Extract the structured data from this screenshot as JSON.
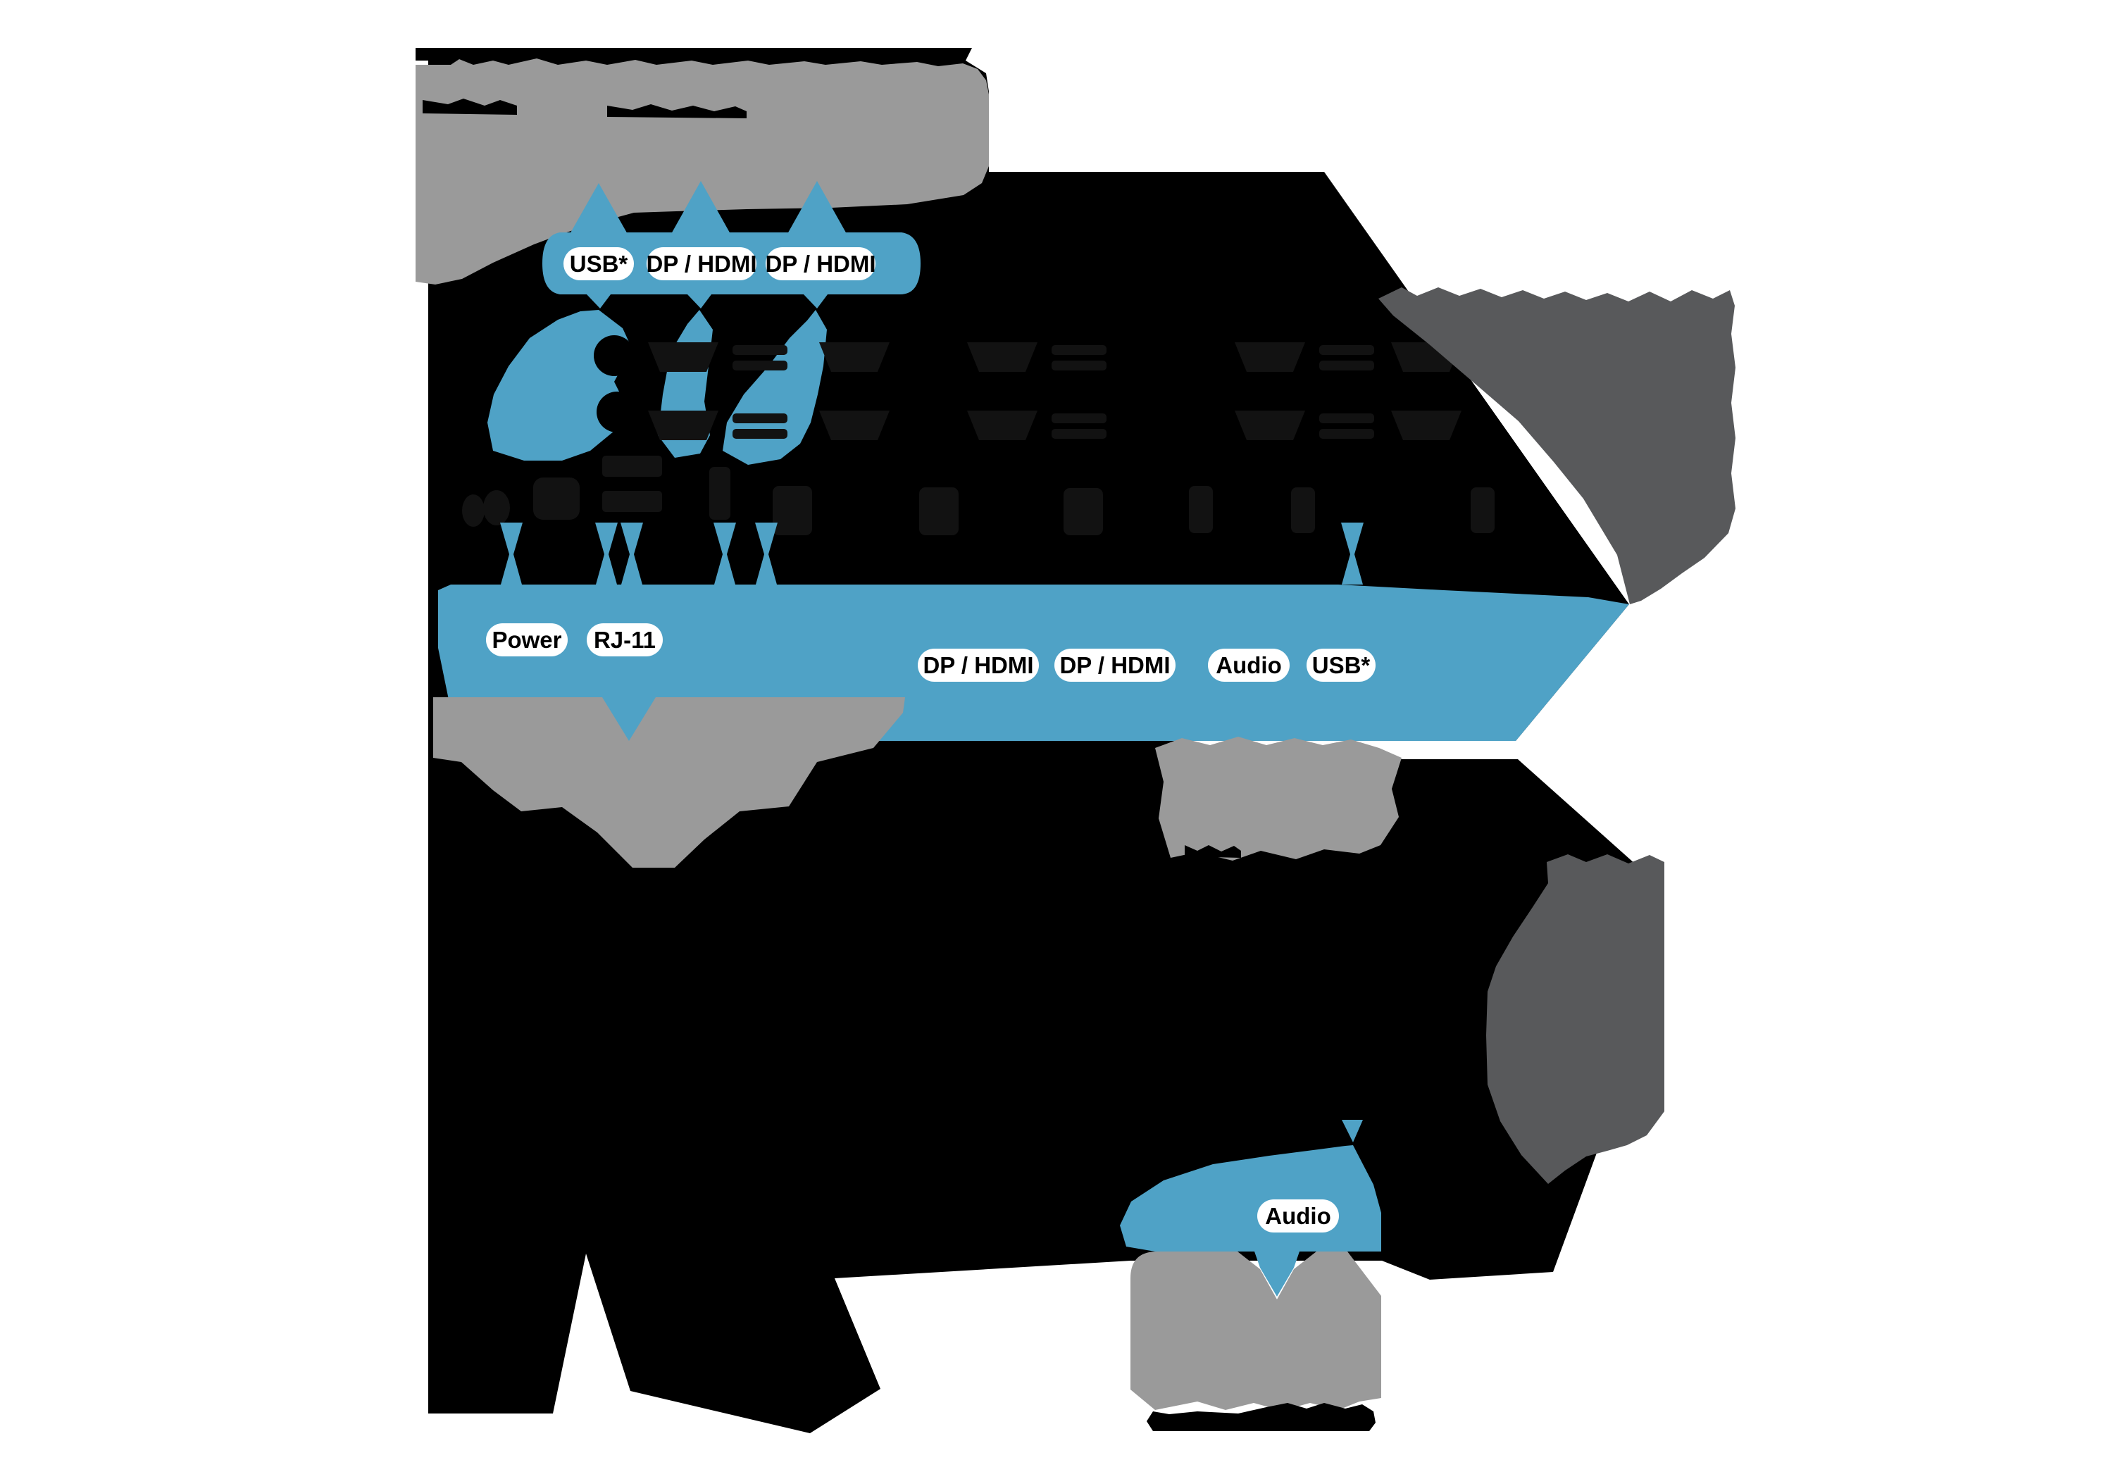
{
  "diagram": {
    "type": "connectivity-diagram",
    "connection_labels": {
      "laptop": [
        "USB*",
        "DP / HDMI",
        "DP / HDMI"
      ],
      "dock": [
        "Power",
        "RJ-11",
        "DP / HDMI",
        "DP / HDMI",
        "Audio",
        "USB*"
      ],
      "speakerphone": [
        "Audio"
      ]
    },
    "colors": {
      "background": "#FFFFFF",
      "panel_black": "#000000",
      "cable_blue": "#4FA2C6",
      "device_gray": "#9A9A9A",
      "monitor_dark_gray": "#58595B",
      "port_dark": "#121212",
      "label_pill_bg": "#FFFFFF",
      "label_text": "#000000"
    }
  }
}
